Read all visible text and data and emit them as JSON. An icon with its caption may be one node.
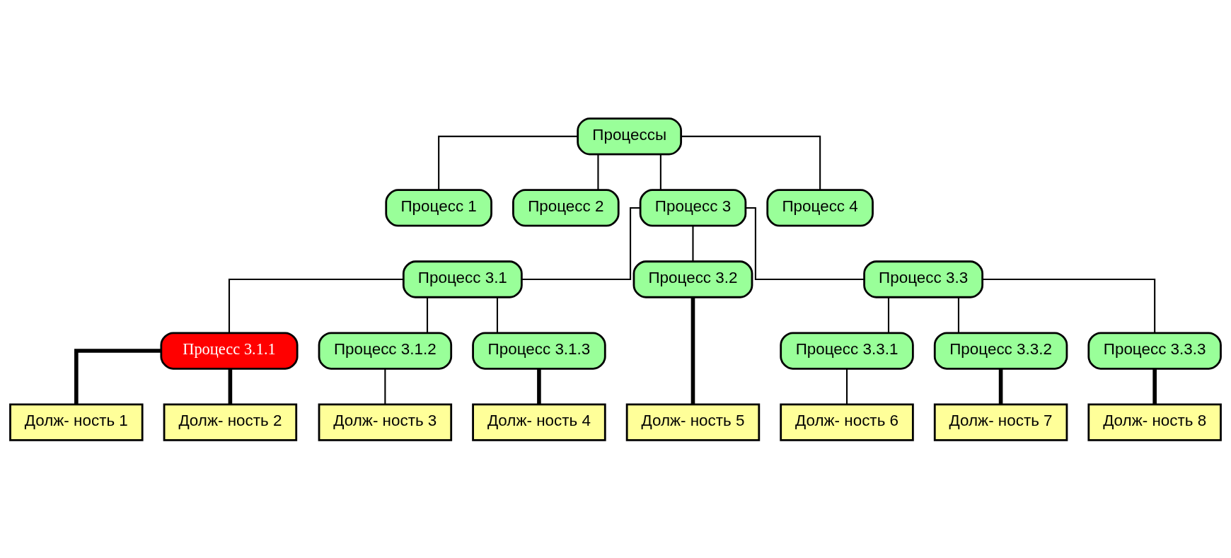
{
  "diagram": {
    "nodes": [
      {
        "text": [
          "Процессы"
        ]
      },
      {
        "text": [
          "Процесс 1"
        ]
      },
      {
        "text": [
          "Процесс 2"
        ]
      },
      {
        "text": [
          "Процесс 3"
        ]
      },
      {
        "text": [
          "Процесс 4"
        ]
      },
      {
        "text": [
          "Процесс 3.1"
        ]
      },
      {
        "text": [
          "Процесс 3.2"
        ]
      },
      {
        "text": [
          "Процесс 3.3"
        ]
      },
      {
        "text": [
          "Процесс 3.1.1"
        ]
      },
      {
        "text": [
          "Процесс 3.1.2"
        ]
      },
      {
        "text": [
          "Процесс 3.1.3"
        ]
      },
      {
        "text": [
          "Процесс 3.3.1"
        ]
      },
      {
        "text": [
          "Процесс 3.3.2"
        ]
      },
      {
        "text": [
          "Процесс 3.3.3"
        ]
      },
      {
        "text": [
          "Долж- ность 1"
        ]
      },
      {
        "text": [
          "Долж- ность 2"
        ]
      },
      {
        "text": [
          "Долж- ность 3"
        ]
      },
      {
        "text": [
          "Долж- ность 4"
        ]
      },
      {
        "text": [
          "Долж- ность 5"
        ]
      },
      {
        "text": [
          "Долж- ность 6"
        ]
      },
      {
        "text": [
          "Долж- ность 7"
        ]
      },
      {
        "text": [
          "Долж- ность 8"
        ]
      }
    ],
    "edges": [
      {
        "from": 0,
        "to": 1,
        "arrow": "none"
      },
      {
        "from": 0,
        "to": 2,
        "arrow": "none"
      },
      {
        "from": 0,
        "to": 3,
        "arrow": "none"
      },
      {
        "from": 0,
        "to": 4,
        "arrow": "none"
      },
      {
        "from": 3,
        "to": 5,
        "arrow": "none"
      },
      {
        "from": 3,
        "to": 6,
        "arrow": "none"
      },
      {
        "from": 3,
        "to": 7,
        "arrow": "none"
      },
      {
        "from": 5,
        "to": 8,
        "arrow": "none"
      },
      {
        "from": 5,
        "to": 9,
        "arrow": "none"
      },
      {
        "from": 5,
        "to": 10,
        "arrow": "none"
      },
      {
        "from": 7,
        "to": 11,
        "arrow": "none"
      },
      {
        "from": 7,
        "to": 12,
        "arrow": "none"
      },
      {
        "from": 7,
        "to": 13,
        "arrow": "none"
      },
      {
        "from": 8,
        "to": 14,
        "arrow": "none",
        "style": "thick"
      },
      {
        "from": 8,
        "to": 15,
        "arrow": "none",
        "style": "thick"
      },
      {
        "from": 9,
        "to": 16,
        "arrow": "none"
      },
      {
        "from": 10,
        "to": 17,
        "arrow": "none",
        "style": "thick"
      },
      {
        "from": 6,
        "to": 18,
        "arrow": "none",
        "style": "thick"
      },
      {
        "from": 11,
        "to": 19,
        "arrow": "none"
      },
      {
        "from": 12,
        "to": 20,
        "arrow": "none",
        "style": "thick"
      },
      {
        "from": 13,
        "to": 21,
        "arrow": "none",
        "style": "thick"
      }
    ]
  }
}
